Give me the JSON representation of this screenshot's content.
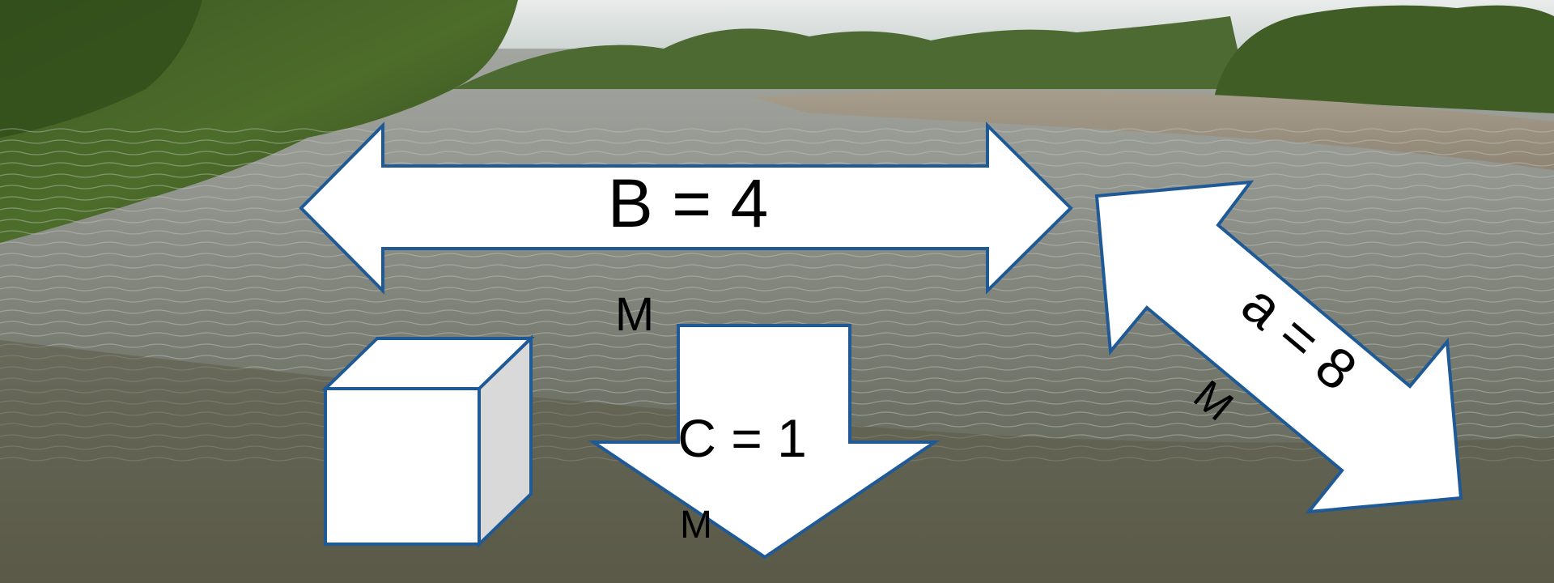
{
  "scene": {
    "background": "photo of a shallow river with gravel banks and green trees",
    "shape_fill": "#ffffff",
    "shape_stroke": "#1f5a96",
    "cube_side_fill": "#d9d9d9"
  },
  "labels": {
    "horizontal_arrow": "B = 4",
    "horizontal_arrow_unit": "M",
    "down_arrow": "C = 1",
    "down_arrow_unit": "M",
    "diagonal_arrow": "a = 8",
    "diagonal_arrow_unit": "M"
  }
}
